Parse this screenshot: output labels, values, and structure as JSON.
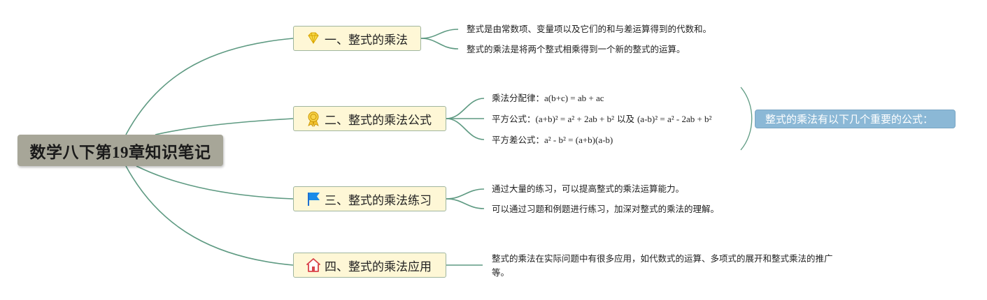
{
  "root": {
    "title": "数学八下第19章知识笔记"
  },
  "topics": [
    {
      "label": "一、整式的乘法",
      "icon": "diamond-icon",
      "leaves": [
        "整式是由常数项、变量项以及它们的和与差运算得到的代数和。",
        "整式的乘法是将两个整式相乘得到一个新的整式的运算。"
      ]
    },
    {
      "label": "二、整式的乘法公式",
      "icon": "award-ribbon-icon",
      "leaves": [
        {
          "name": "乘法分配律：",
          "formula": "a(b+c) = ab + ac"
        },
        {
          "name": "平方公式：",
          "formula": "(a+b)² = a² + 2ab + b²",
          "joiner": " 以及 ",
          "formula2": "(a-b)² = a² - 2ab + b²"
        },
        {
          "name": "平方差公式：",
          "formula": "a² - b² = (a+b)(a-b)"
        }
      ],
      "summary": "整式的乘法有以下几个重要的公式："
    },
    {
      "label": "三、整式的乘法练习",
      "icon": "flag-icon",
      "leaves": [
        "通过大量的练习，可以提高整式的乘法运算能力。",
        "可以通过习题和例题进行练习，加深对整式的乘法的理解。"
      ]
    },
    {
      "label": "四、整式的乘法应用",
      "icon": "home-icon",
      "leaves": [
        "整式的乘法在实际问题中有很多应用，如代数式的运算、多项式的展开和整式乘法的推广等。"
      ]
    }
  ],
  "colors": {
    "connector": "#5e9a82",
    "root_fill": "#a7a698",
    "topic_fill": "#fef7d6",
    "summary_fill": "#8bb8d6"
  }
}
